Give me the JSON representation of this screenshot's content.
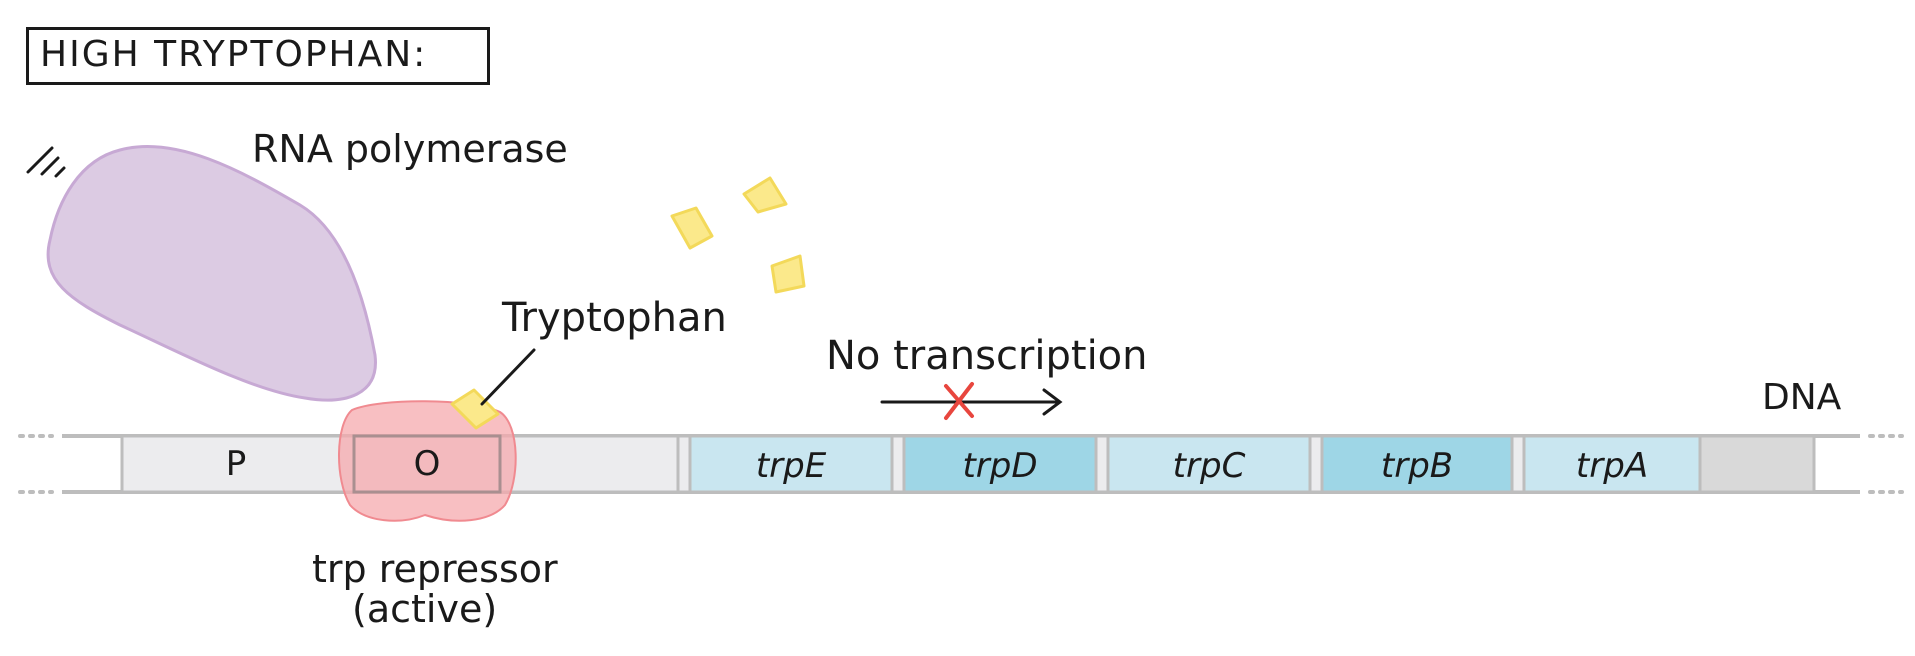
{
  "title": "HIGH TRYPTOPHAN:",
  "labels": {
    "rna_polymerase": "RNA polymerase",
    "tryptophan": "Tryptophan",
    "no_transcription": "No transcription",
    "dna": "DNA",
    "repressor_line1": "trp repressor",
    "repressor_line2": "(active)"
  },
  "dna_segments": {
    "promoter": "P",
    "operator": "O",
    "genes": [
      "trpE",
      "trpD",
      "trpC",
      "trpB",
      "trpA"
    ]
  },
  "colors": {
    "rna_polymerase": "#dccbe3",
    "rna_polymerase_outline": "#c7a9d4",
    "repressor": "#f5a9ad",
    "tryptophan": "#fbe98b",
    "tryptophan_outline": "#f3d95a",
    "gene_light": "#c9e6f0",
    "gene_dark": "#9ed6e6",
    "dna_gray": "#ececee",
    "dna_end_gray": "#d9d9d9",
    "block_mark": "#e8463e"
  }
}
